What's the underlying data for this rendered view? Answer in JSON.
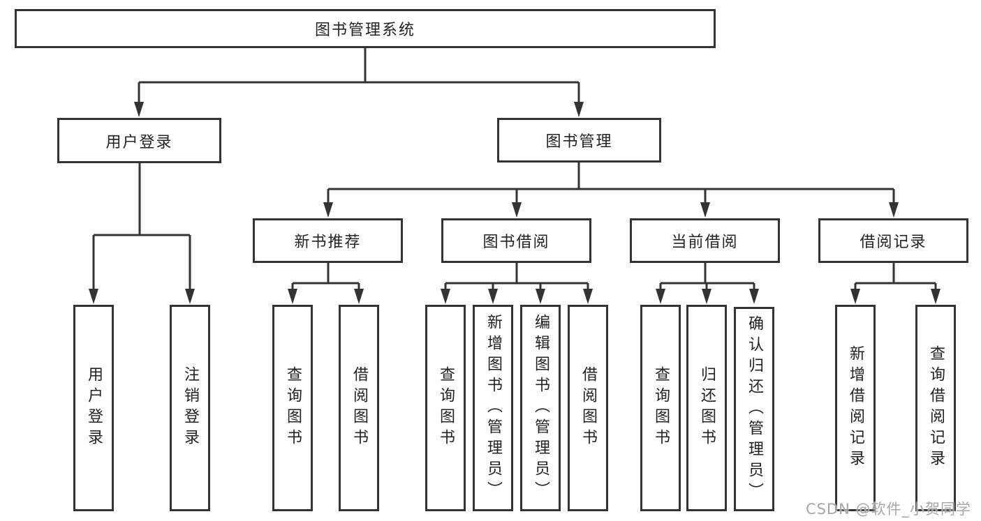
{
  "diagram": {
    "root": {
      "label": "图书管理系统"
    },
    "level1": [
      {
        "label": "用户登录"
      },
      {
        "label": "图书管理"
      }
    ],
    "level2": [
      {
        "label": "新书推荐"
      },
      {
        "label": "图书借阅"
      },
      {
        "label": "当前借阅"
      },
      {
        "label": "借阅记录"
      }
    ],
    "leaves": {
      "user_login": [
        "用户登录",
        "注销登录"
      ],
      "new_book_rec": [
        "查询图书",
        "借阅图书"
      ],
      "book_borrow": [
        "查询图书",
        "新增图书（管理员）",
        "编辑图书（管理员）",
        "借阅图书"
      ],
      "current_borrow": [
        "查询图书",
        "归还图书",
        "确认归还（管理员）"
      ],
      "borrow_records": [
        "新增借阅记录",
        "查询借阅记录"
      ]
    }
  },
  "watermark": "CSDN @软件_小贺同学",
  "colors": {
    "line": "#333333",
    "text": "#222222",
    "background": "#ffffff",
    "watermark": "#a6a6a6"
  }
}
